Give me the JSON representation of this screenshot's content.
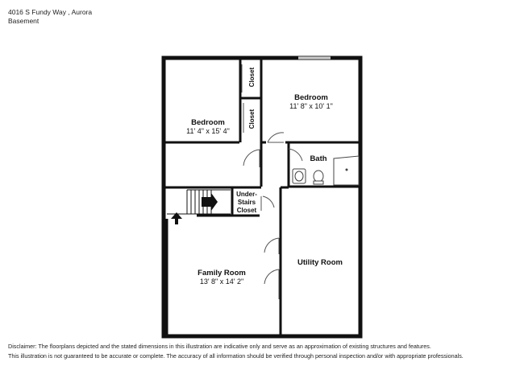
{
  "header": {
    "address": "4016 S Fundy Way , Aurora",
    "level": "Basement"
  },
  "rooms": {
    "bedroom1": {
      "name": "Bedroom",
      "dims": "11' 4\" x 15' 4\""
    },
    "bedroom2": {
      "name": "Bedroom",
      "dims": "11' 8\" x 10' 1\""
    },
    "closet1": {
      "name": "Closet"
    },
    "closet2": {
      "name": "Closet"
    },
    "bath": {
      "name": "Bath"
    },
    "understairs": {
      "line1": "Under-",
      "line2": "Stairs",
      "line3": "Closet"
    },
    "family": {
      "name": "Family Room",
      "dims": "13' 8\" x 14' 2\""
    },
    "utility": {
      "name": "Utility Room"
    }
  },
  "disclaimer": {
    "line1": "Disclaimer: The floorplans depicted and the stated dimensions in this illustration are indicative only and serve as an approximation of existing structures and features.",
    "line2": "This illustration is not guaranteed to be accurate or complete. The accuracy of all information should be verified through personal inspection and/or with appropriate professionals."
  }
}
